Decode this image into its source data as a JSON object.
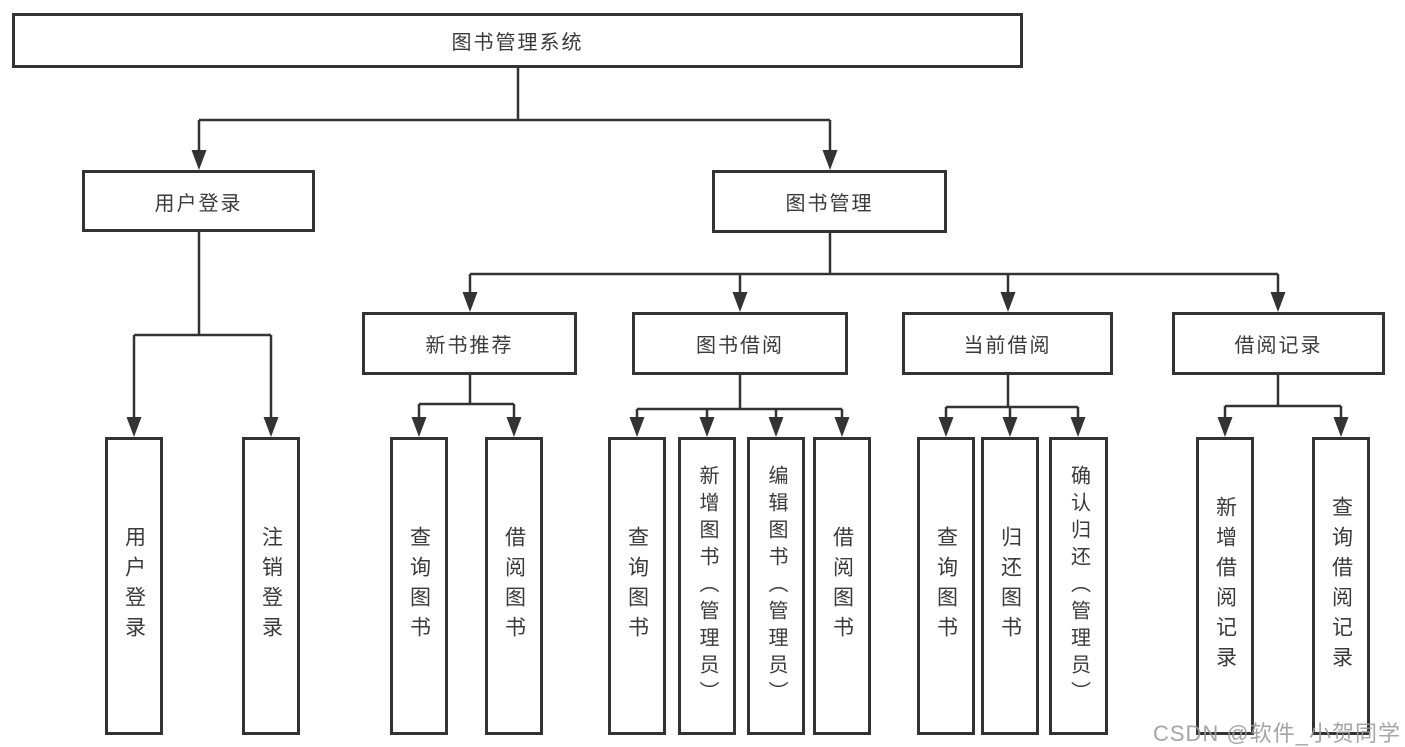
{
  "diagram": {
    "title": "图书管理系统",
    "tree": {
      "root": {
        "label": "图书管理系统",
        "children": [
          {
            "label": "用户登录",
            "children": [
              {
                "label": "用户登录"
              },
              {
                "label": "注销登录"
              }
            ]
          },
          {
            "label": "图书管理",
            "children": [
              {
                "label": "新书推荐",
                "children": [
                  {
                    "label": "查询图书"
                  },
                  {
                    "label": "借阅图书"
                  }
                ]
              },
              {
                "label": "图书借阅",
                "children": [
                  {
                    "label": "查询图书"
                  },
                  {
                    "label": "新增图书（管理员）"
                  },
                  {
                    "label": "编辑图书（管理员）"
                  },
                  {
                    "label": "借阅图书"
                  }
                ]
              },
              {
                "label": "当前借阅",
                "children": [
                  {
                    "label": "查询图书"
                  },
                  {
                    "label": "归还图书"
                  },
                  {
                    "label": "确认归还（管理员）"
                  }
                ]
              },
              {
                "label": "借阅记录",
                "children": [
                  {
                    "label": "新增借阅记录"
                  },
                  {
                    "label": "查询借阅记录"
                  }
                ]
              }
            ]
          }
        ]
      }
    },
    "colors": {
      "line": "#333333",
      "border": "#333333",
      "text": "#3a3a3a",
      "background": "#ffffff",
      "watermark": "#9b9b9b"
    }
  },
  "watermark": {
    "text": "CSDN @软件_小贺同学"
  }
}
